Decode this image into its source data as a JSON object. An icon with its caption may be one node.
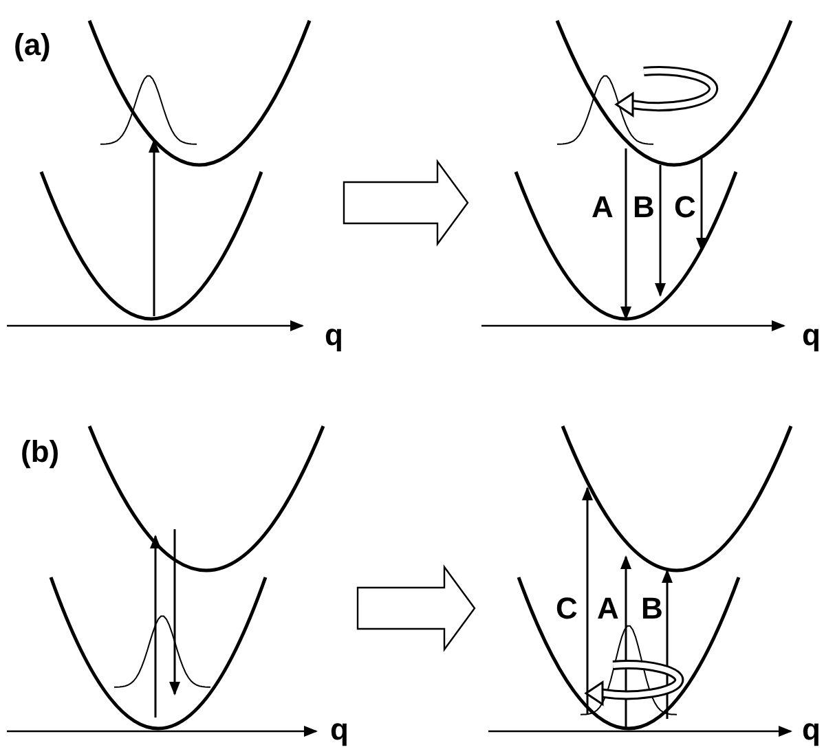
{
  "diagram": {
    "nodes": [
      {
        "text": [],
        "shape": "picture"
      },
      {
        "text": [],
        "shape": "picture"
      },
      {
        "text": [],
        "shape": "picture"
      },
      {
        "text": [],
        "shape": "picture"
      }
    ],
    "edges": [
      {
        "from": 0,
        "to": 1,
        "arrow": "to"
      },
      {
        "from": 2,
        "to": 3,
        "arrow": "to"
      }
    ],
    "labels": [
      "(a)",
      "A",
      "B",
      "C",
      "q",
      "q",
      "(b)",
      "C",
      "A",
      "B",
      "q",
      "q"
    ]
  }
}
